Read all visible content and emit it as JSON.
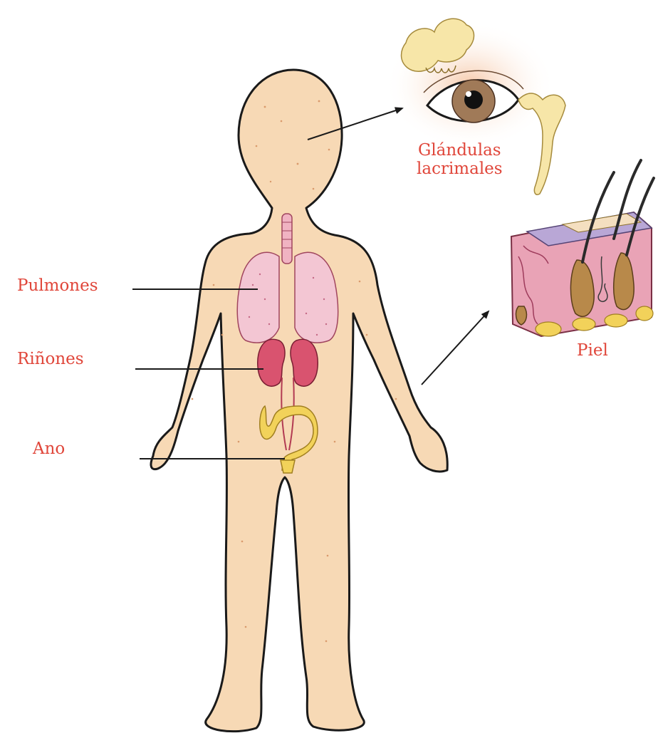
{
  "diagram": {
    "labels": {
      "lungs": "Pulmones",
      "kidneys": "Riñones",
      "anus": "Ano",
      "tear_glands_line1": "Glándulas",
      "tear_glands_line2": "lacrimales",
      "skin": "Piel"
    },
    "colors": {
      "label_text": "#e0463a",
      "skin_tone": "#f7d9b5",
      "outline": "#1a1a1a",
      "lungs": "#f3c6d3",
      "kidneys": "#d9536f",
      "intestine": "#f2d25a",
      "iris": "#a07a58"
    }
  }
}
